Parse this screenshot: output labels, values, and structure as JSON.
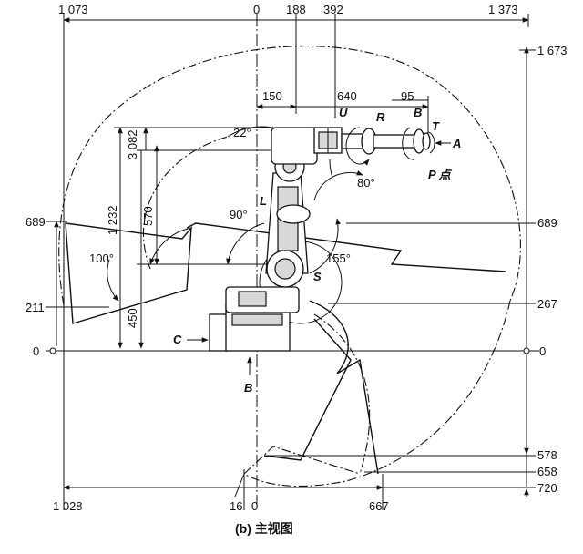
{
  "caption": "(b) 主视图",
  "dimensions": {
    "top": [
      "1 073",
      "0",
      "188",
      "392",
      "1 373"
    ],
    "right": [
      "1 673",
      "689",
      "267",
      "0",
      "578",
      "658",
      "720"
    ],
    "left": [
      "689",
      "211",
      "0"
    ],
    "bottom": [
      "1 028",
      "16",
      "0",
      "667"
    ],
    "arm": [
      "150",
      "640",
      "95"
    ],
    "vertical": [
      "3 082",
      "1 232",
      "570",
      "450"
    ]
  },
  "angles": [
    "22°",
    "80°",
    "90°",
    "100°",
    "155°"
  ],
  "axis_labels": {
    "U": "U",
    "R": "R",
    "B": "B",
    "T": "T",
    "A": "A",
    "P": "P 点",
    "L": "L",
    "S": "S",
    "C": "C",
    "Bbase": "B"
  }
}
